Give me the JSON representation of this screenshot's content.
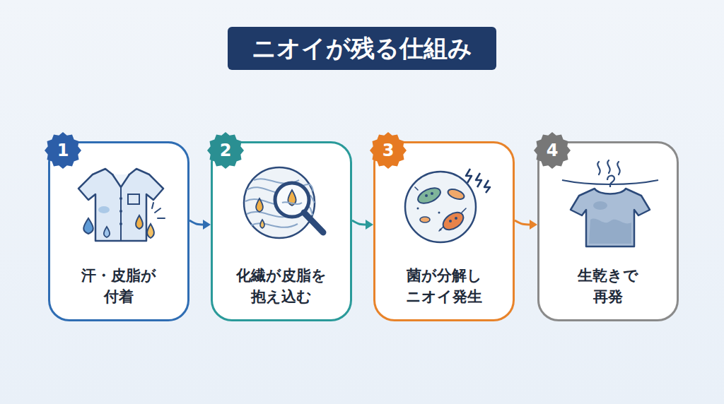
{
  "diagram": {
    "title": "ニオイが残る仕組み",
    "nodes": [
      {
        "text": [
          "汗・皮脂が 付着"
        ]
      },
      {
        "text": [
          "化繊が皮脂を 抱え込む"
        ]
      },
      {
        "text": [
          "菌が分解し ニオイ発生"
        ]
      },
      {
        "text": [
          "生乾きで 再発"
        ]
      }
    ],
    "edges": [
      {
        "from": 0,
        "to": 1,
        "arrow": "to"
      },
      {
        "from": 1,
        "to": 2,
        "arrow": "to"
      },
      {
        "from": 2,
        "to": 3,
        "arrow": "to"
      }
    ],
    "labels": [
      "1",
      "2",
      "3",
      "4"
    ]
  }
}
